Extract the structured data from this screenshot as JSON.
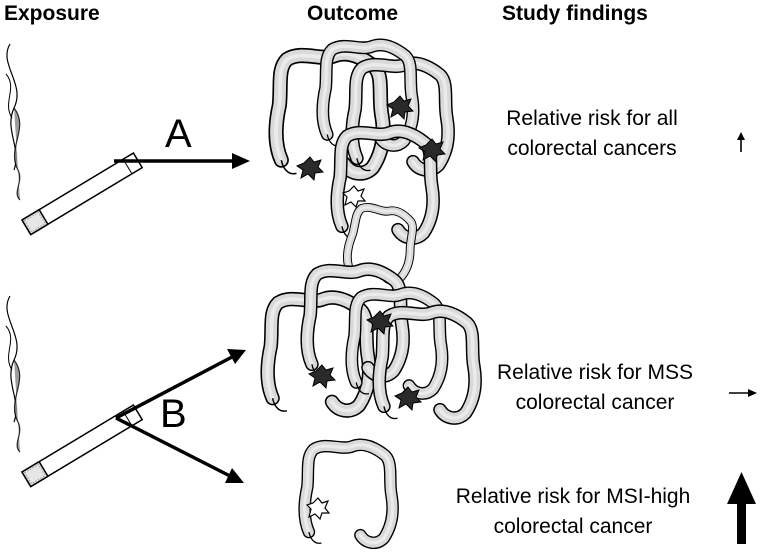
{
  "headers": {
    "exposure": "Exposure",
    "outcome": "Outcome",
    "findings": "Study findings"
  },
  "panel_a": {
    "label": "A",
    "finding_line1": "Relative risk for all",
    "finding_line2": "colorectal cancers",
    "arrow_direction": "up",
    "arrow_weight": "thin"
  },
  "panel_b": {
    "label": "B",
    "mss": {
      "finding_line1": "Relative risk for MSS",
      "finding_line2": "colorectal cancer",
      "arrow_direction": "right",
      "arrow_weight": "thin"
    },
    "msi": {
      "finding_line1": "Relative risk for MSI-high",
      "finding_line2": "colorectal cancer",
      "arrow_direction": "up",
      "arrow_weight": "bold"
    }
  },
  "colors": {
    "colon_fill": "#d9d9d9",
    "tumor_fill": "#2a2a2a",
    "smoke_fill": "#8c8c8c",
    "ink": "#000000"
  }
}
